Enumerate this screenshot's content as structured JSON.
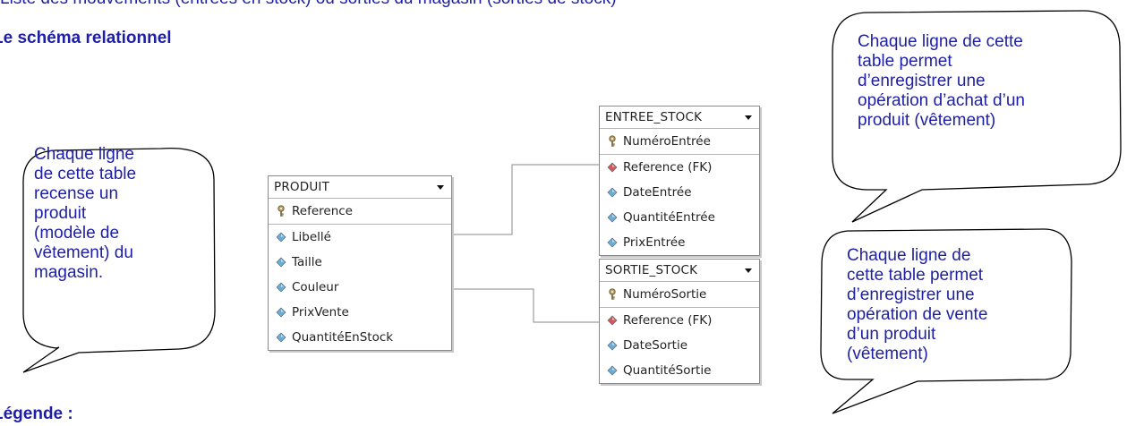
{
  "header": {
    "top_line": "Liste des mouvements (entrées en stock) ou sorties du magasin (sorties de stock)",
    "section_title": "Le schéma relationnel",
    "legend_title": "Légende :"
  },
  "bubbles": [
    {
      "id": "b1",
      "lines": [
        "Chaque ligne",
        "de cette table",
        "recense un",
        "produit",
        "(modèle de",
        "vêtement) du",
        "magasin."
      ]
    },
    {
      "id": "b2",
      "lines": [
        "Chaque ligne de cette",
        "table permet",
        "d’enregistrer une",
        "opération d’achat d’un",
        "produit (vêtement)"
      ]
    },
    {
      "id": "b3",
      "lines": [
        "Chaque ligne de",
        "cette table permet",
        "d’enregistrer une",
        "opération de vente",
        "d’un produit",
        "(vêtement)"
      ]
    }
  ],
  "tables": {
    "produit": {
      "name": "PRODUIT",
      "pk": [
        {
          "label": "Reference",
          "icon": "key-icon"
        }
      ],
      "fields": [
        {
          "label": "Libellé",
          "icon": "attribute-icon"
        },
        {
          "label": "Taille",
          "icon": "attribute-icon"
        },
        {
          "label": "Couleur",
          "icon": "attribute-icon"
        },
        {
          "label": "PrixVente",
          "icon": "attribute-icon"
        },
        {
          "label": "QuantitéEnStock",
          "icon": "attribute-icon"
        }
      ]
    },
    "entree_stock": {
      "name": "ENTREE_STOCK",
      "pk": [
        {
          "label": "NuméroEntrée",
          "icon": "key-icon"
        }
      ],
      "fields": [
        {
          "label": "Reference (FK)",
          "icon": "foreign-key-icon"
        },
        {
          "label": "DateEntrée",
          "icon": "attribute-icon"
        },
        {
          "label": "QuantitéEntrée",
          "icon": "attribute-icon"
        },
        {
          "label": "PrixEntrée",
          "icon": "attribute-icon"
        }
      ]
    },
    "sortie_stock": {
      "name": "SORTIE_STOCK",
      "pk": [
        {
          "label": "NuméroSortie",
          "icon": "key-icon"
        }
      ],
      "fields": [
        {
          "label": "Reference (FK)",
          "icon": "foreign-key-icon"
        },
        {
          "label": "DateSortie",
          "icon": "attribute-icon"
        },
        {
          "label": "QuantitéSortie",
          "icon": "attribute-icon"
        }
      ]
    }
  },
  "colors": {
    "text_blue": "#1f1fa6",
    "attribute": "#6aaed8",
    "foreign_key": "#d05a5a",
    "key": "#b8a268"
  }
}
